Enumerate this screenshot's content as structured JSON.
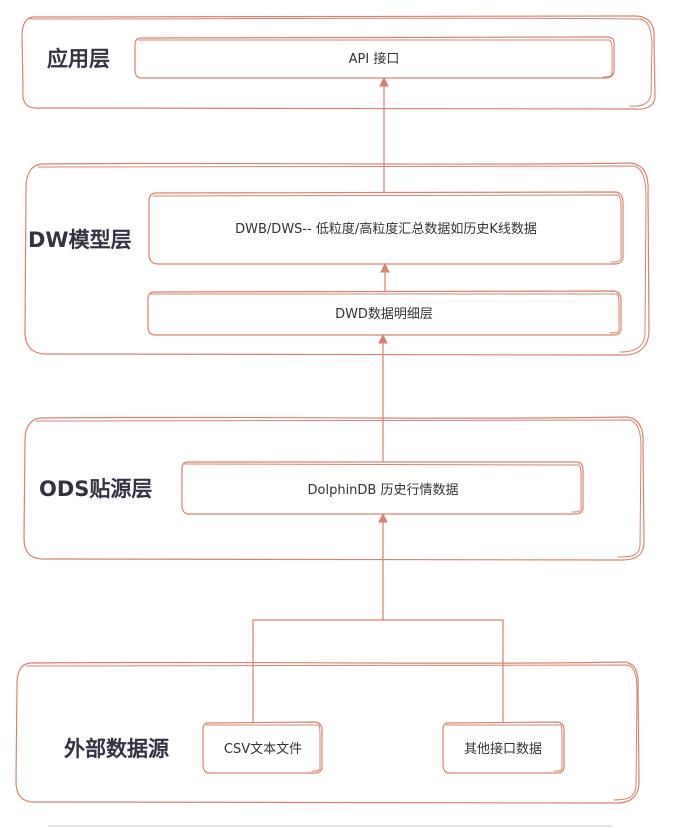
{
  "layers": {
    "app": {
      "title": "应用层",
      "nodes": {
        "api": "API 接口"
      }
    },
    "dw": {
      "title": "DW模型层",
      "nodes": {
        "dws": "DWB/DWS-- 低粒度/高粒度汇总数据如历史K线数据",
        "dwd": "DWD数据明细层"
      }
    },
    "ods": {
      "title": "ODS贴源层",
      "nodes": {
        "dolphindb": "DolphinDB 历史行情数据"
      }
    },
    "external": {
      "title": "外部数据源",
      "nodes": {
        "csv": "CSV文本文件",
        "other": "其他接口数据"
      }
    }
  },
  "colors": {
    "stroke": "#d9836e",
    "title": "#333344",
    "text": "#333333"
  }
}
